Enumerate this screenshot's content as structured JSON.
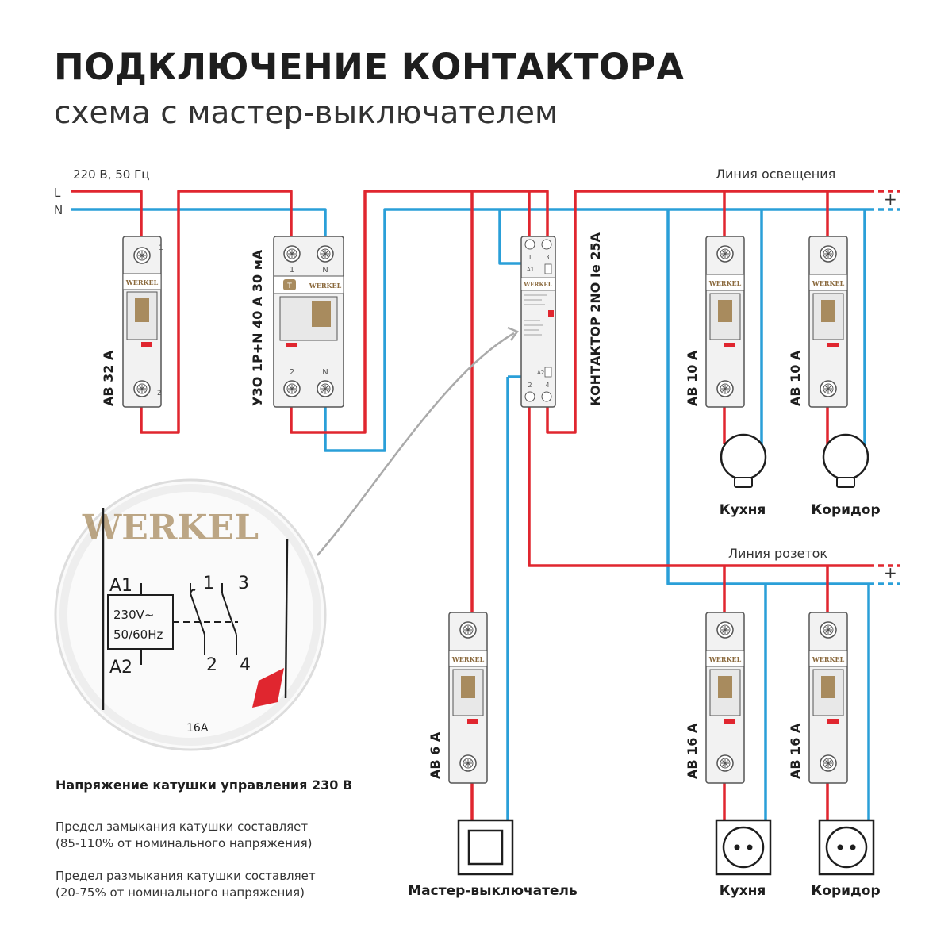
{
  "header": {
    "title": "ПОДКЛЮЧЕНИЕ КОНТАКТОРА",
    "subtitle": "схема с мастер-выключателем"
  },
  "supply": {
    "label": "220 В, 50 Гц",
    "phase": "L",
    "neutral": "N"
  },
  "lines": {
    "lighting": "Линия освещения",
    "sockets": "Линия розеток",
    "plus": "+"
  },
  "devices": {
    "brand": "WERKEL",
    "breaker_main": {
      "label": "АВ 32 А",
      "t_in": "1",
      "t_out": "2"
    },
    "rcd": {
      "label": "УЗО 1P+N 40 А 30 мА",
      "t1": "1",
      "tN": "N",
      "t2": "2",
      "tN2": "N",
      "test": "T"
    },
    "contactor": {
      "label": "КОНТАКТОР 2NO Ie 25A",
      "t1": "1",
      "t3": "3",
      "t2": "2",
      "t4": "4",
      "a1": "A1",
      "a2": "A2"
    },
    "breaker_master": {
      "label": "АВ 6 А"
    },
    "breaker_light_kitchen": {
      "label": "АВ 10 А"
    },
    "breaker_light_corridor": {
      "label": "АВ 10 А"
    },
    "breaker_socket_kitchen": {
      "label": "АВ 16 А"
    },
    "breaker_socket_corridor": {
      "label": "АВ 16 А"
    }
  },
  "loads": {
    "lamp_kitchen": "Кухня",
    "lamp_corridor": "Коридор",
    "socket_kitchen": "Кухня",
    "socket_corridor": "Коридор",
    "master_switch": "Мастер-выключатель"
  },
  "zoom": {
    "brand": "WERKEL",
    "a1": "A1",
    "a2": "A2",
    "coil_voltage": "230V~",
    "coil_freq": "50/60Hz",
    "c1": "1",
    "c3": "3",
    "c2": "2",
    "c4": "4",
    "rating": "16A"
  },
  "notes": {
    "heading": "Напряжение катушки управления 230 В",
    "pickup_line1": "Предел замыкания катушки составляет",
    "pickup_line2": "(85-110% от номинального напряжения)",
    "dropout_line1": "Предел размыкания катушки составляет",
    "dropout_line2": "(20-75% от номинального напряжения)"
  },
  "colors": {
    "phase_wire": "#e0262f",
    "neutral_wire": "#2a9fd8",
    "device_body": "#f2f2f2",
    "device_outline": "#555555",
    "brand_color": "#8b6a3e",
    "indicator": "#e0262f"
  }
}
